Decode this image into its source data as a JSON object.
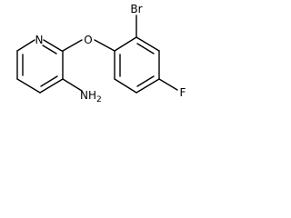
{
  "molecule": {
    "atoms": {
      "n_ring": "N",
      "o_ether": "O",
      "br": "Br",
      "f": "F",
      "amine": "NH",
      "amine_subscript": "2"
    }
  }
}
